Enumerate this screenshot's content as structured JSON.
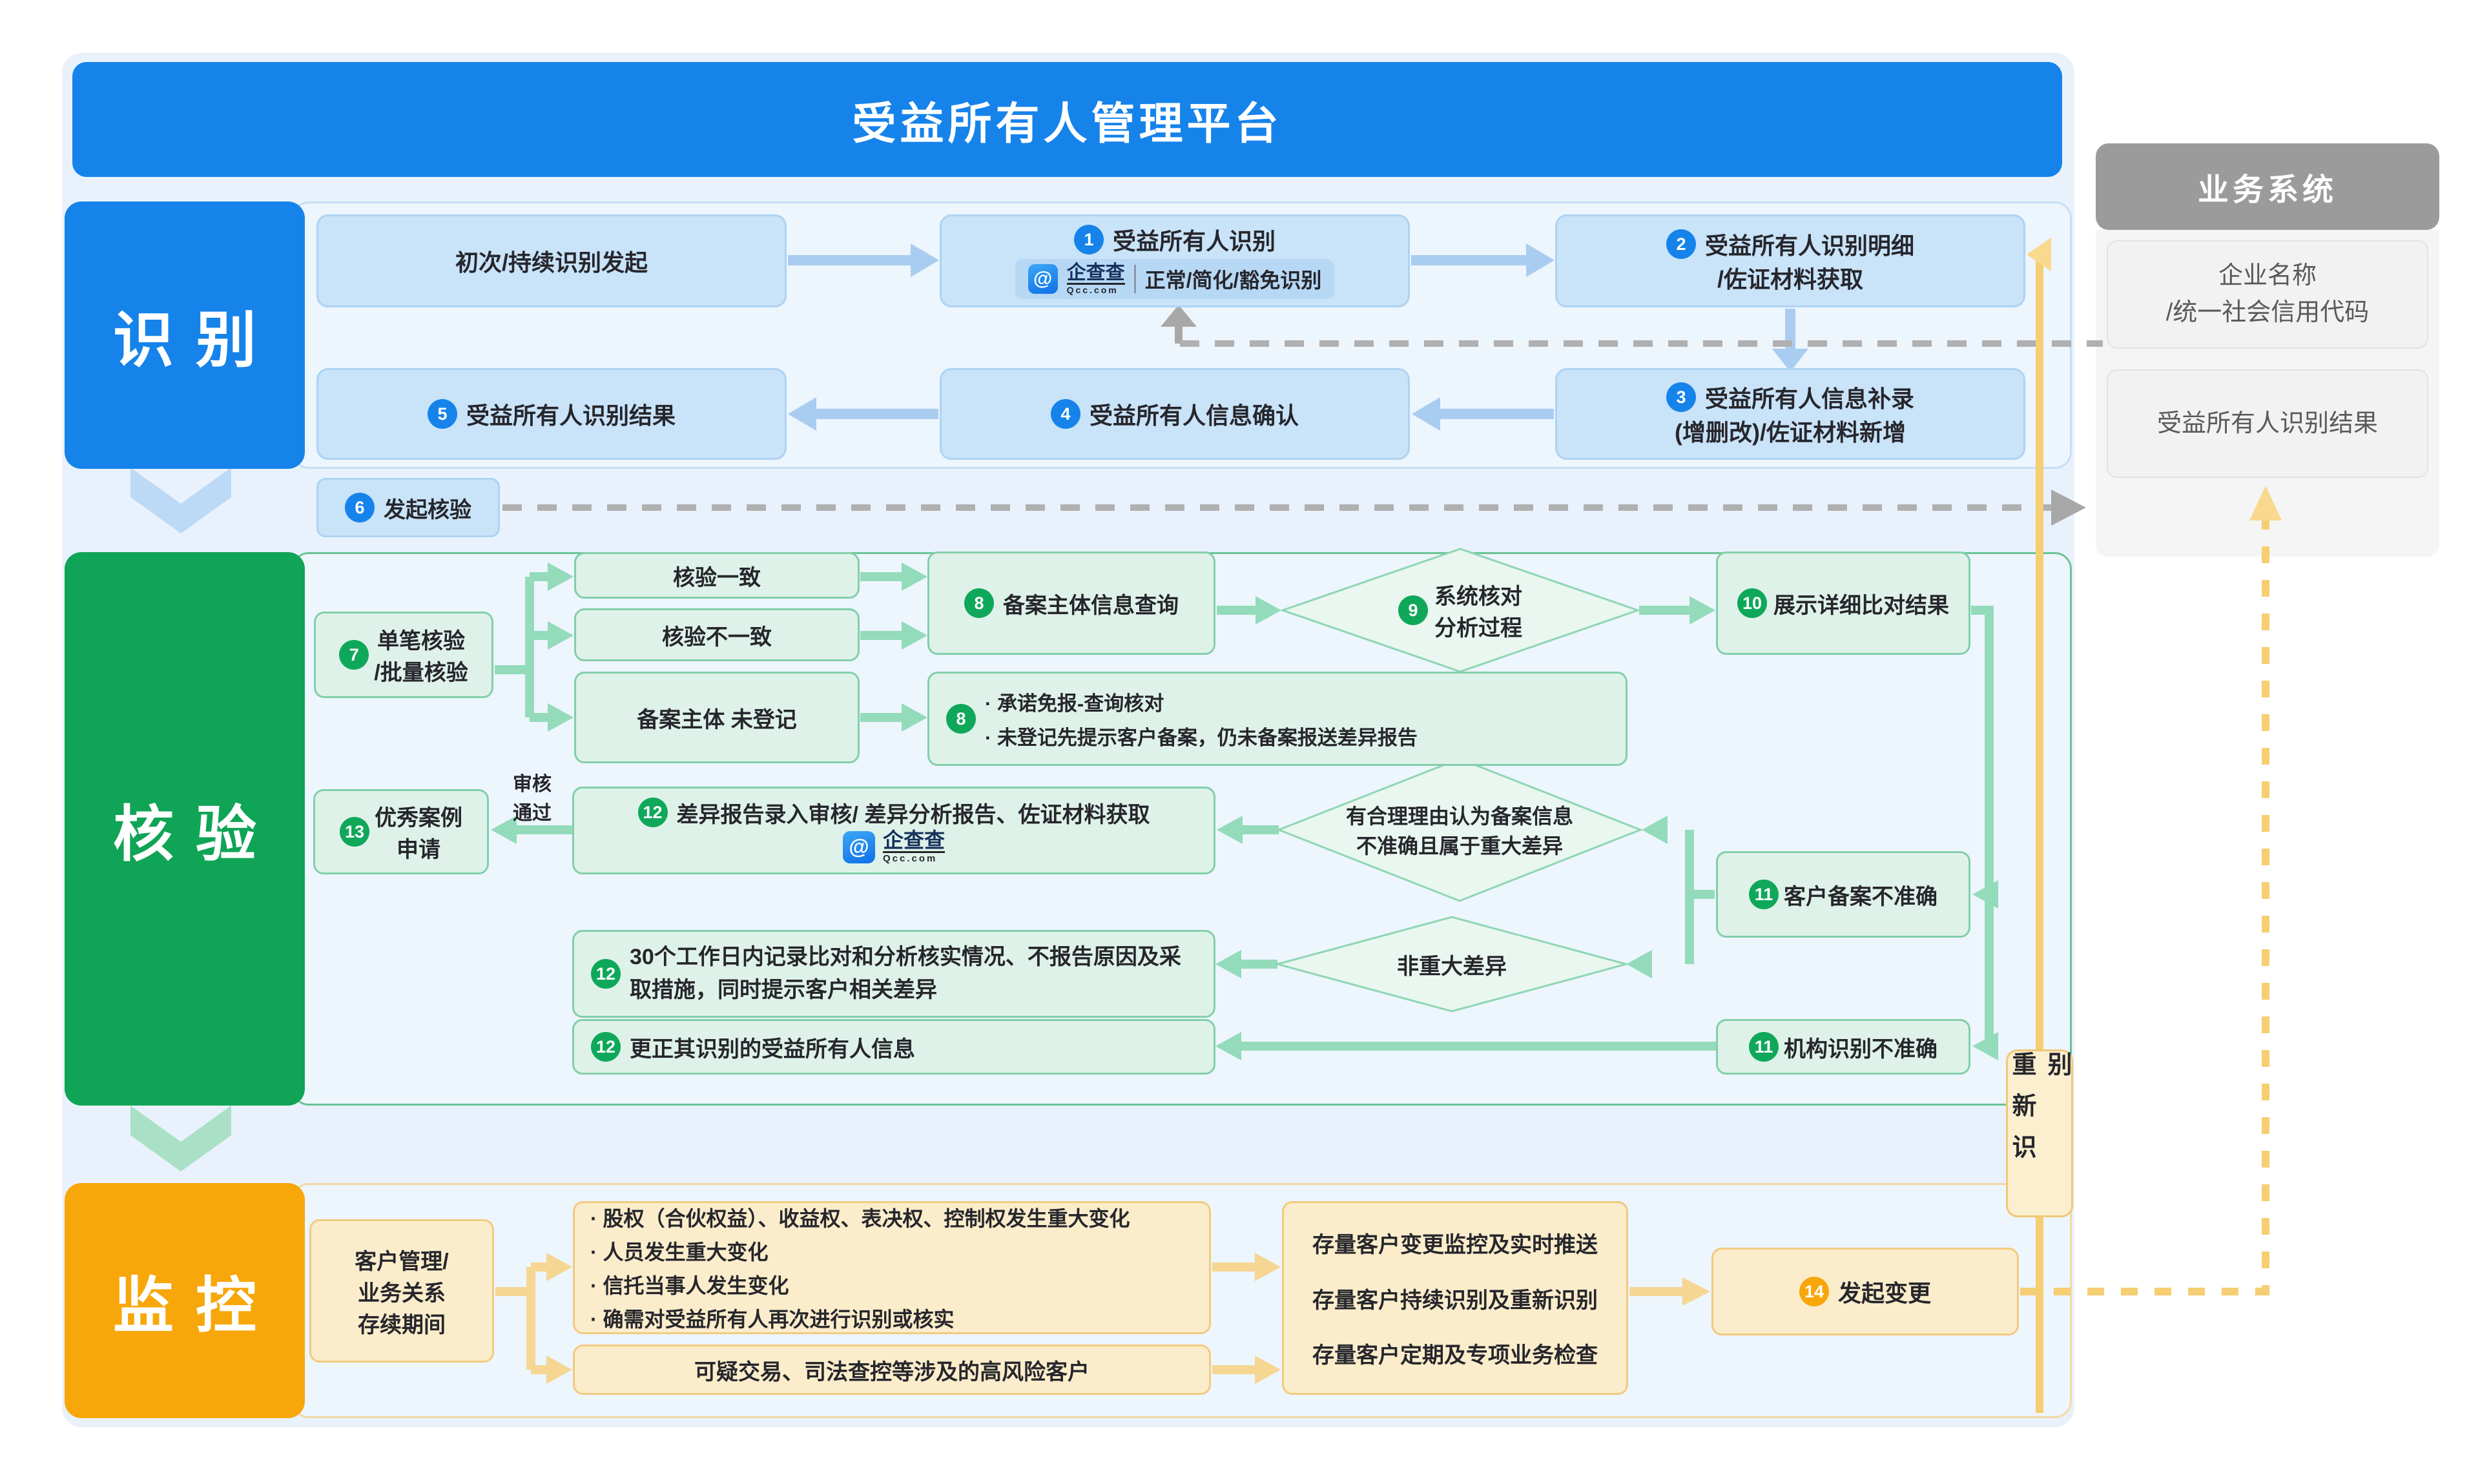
{
  "title": "受益所有人管理平台",
  "bands": {
    "identify": {
      "label": "识别"
    },
    "verify": {
      "label": "核验"
    },
    "monitor": {
      "label": "监控"
    }
  },
  "identify": {
    "start": "初次/持续识别发起",
    "s1": {
      "num": "1",
      "label": "受益所有人识别",
      "modes": "正常/简化/豁免识别"
    },
    "s2": {
      "num": "2",
      "line1": "受益所有人识别明细",
      "line2": "/佐证材料获取"
    },
    "s3": {
      "num": "3",
      "line1": "受益所有人信息补录",
      "line2": "(增删改)/佐证材料新增"
    },
    "s4": {
      "num": "4",
      "label": "受益所有人信息确认"
    },
    "s5": {
      "num": "5",
      "label": "受益所有人识别结果"
    },
    "s6": {
      "num": "6",
      "label": "发起核验"
    }
  },
  "verify": {
    "s7": {
      "num": "7",
      "line1": "单笔核验",
      "line2": "/批量核验"
    },
    "branch_match": "核验一致",
    "branch_mismatch": "核验不一致",
    "branch_unregistered": "备案主体 未登记",
    "s8a": {
      "num": "8",
      "label": "备案主体信息查询"
    },
    "s8b": {
      "num": "8",
      "bullet1": "承诺免报-查询核对",
      "bullet2": "未登记先提示客户备案，仍未备案报送差异报告"
    },
    "s9": {
      "num": "9",
      "line1": "系统核对",
      "line2": "分析过程"
    },
    "s10": {
      "num": "10",
      "label": "展示详细比对结果"
    },
    "s11a": {
      "num": "11",
      "label": "客户备案不准确"
    },
    "s11b": {
      "num": "11",
      "label": "机构识别不准确"
    },
    "s12a": {
      "num": "12",
      "label": "差异报告录入审核/ 差异分析报告、佐证材料获取"
    },
    "s12b": {
      "num": "12",
      "label": "30个工作日内记录比对和分析核实情况、不报告原因及采取措施，同时提示客户相关差异"
    },
    "s12c": {
      "num": "12",
      "label": "更正其识别的受益所有人信息"
    },
    "s13": {
      "num": "13",
      "line1": "优秀案例",
      "line2": "申请"
    },
    "diamond_major": {
      "line1": "有合理理由认为备案信息",
      "line2": "不准确且属于重大差异"
    },
    "diamond_minor": "非重大差异",
    "audit_pass": {
      "line1": "审核",
      "line2": "通过"
    }
  },
  "monitor": {
    "mgmt": {
      "line1": "客户管理/",
      "line2": "业务关系",
      "line3": "存续期间"
    },
    "bullets": [
      "股权（合伙权益）、收益权、表决权、控制权发生重大变化",
      "人员发生重大变化",
      "信托当事人发生变化",
      "确需对受益所有人再次进行识别或核实"
    ],
    "suspicious": "可疑交易、司法查控等涉及的高风险客户",
    "stock": [
      "存量客户变更监控及实时推送",
      "存量客户持续识别及重新识别",
      "存量客户定期及专项业务检查"
    ],
    "s14": {
      "num": "14",
      "label": "发起变更"
    }
  },
  "reidentify": "重新识别",
  "side_panel": {
    "title": "业务系统",
    "box1_line1": "企业名称",
    "box1_line2": "/统一社会信用代码",
    "box2": "受益所有人识别结果"
  },
  "qcc": {
    "name": "企查查",
    "domain": "Qcc.com",
    "glyph": "@"
  },
  "colors": {
    "blue": "#1683EA",
    "green": "#10A456",
    "orange": "#F7A70A",
    "blue_box": "#C9E3F9",
    "green_box": "#DFF2E9",
    "cream_box": "#FBEDCB",
    "gray_header": "#9B9B9B"
  }
}
